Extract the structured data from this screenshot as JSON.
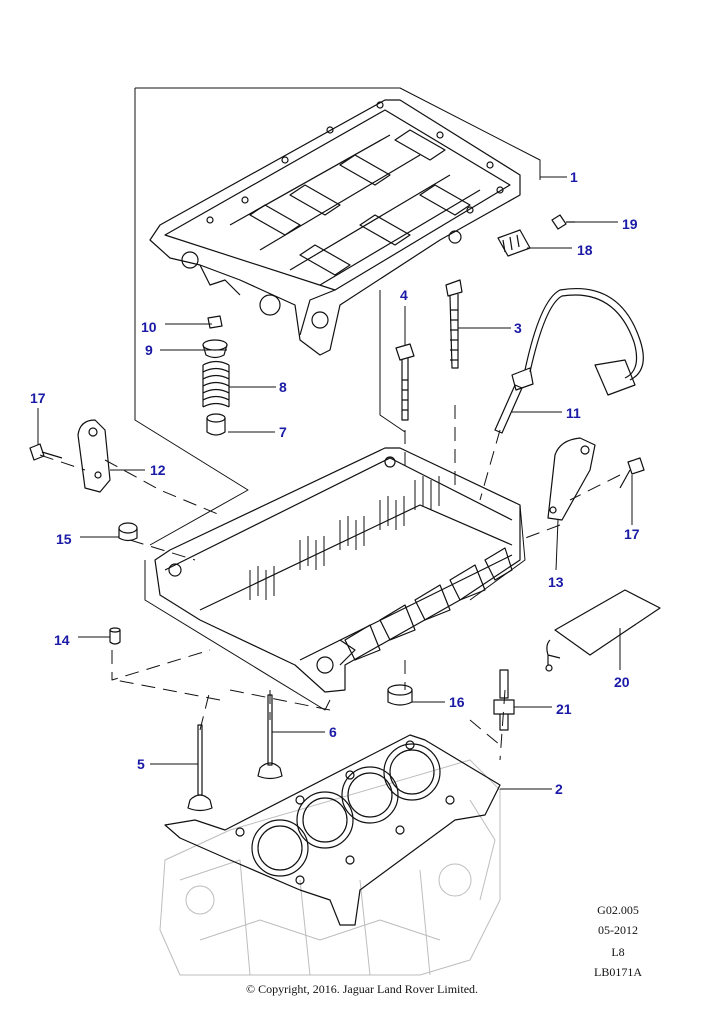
{
  "callouts": {
    "c1": "1",
    "c2": "2",
    "c3": "3",
    "c4": "4",
    "c5": "5",
    "c6": "6",
    "c7": "7",
    "c8": "8",
    "c9": "9",
    "c10": "10",
    "c11": "11",
    "c12": "12",
    "c13": "13",
    "c14": "14",
    "c15": "15",
    "c16": "16",
    "c17a": "17",
    "c17b": "17",
    "c18": "18",
    "c19": "19",
    "c20": "20",
    "c21": "21"
  },
  "title_block": {
    "drawing_code": "G02.005",
    "date": "05-2012",
    "vehicle": "L8",
    "illustration_id": "LB0171A"
  },
  "footer": {
    "copyright": "© Copyright, 2016. Jaguar Land Rover Limited."
  },
  "colors": {
    "callout": "#1a1aa6",
    "linework": "#111111",
    "ghost": "#bdbdbd"
  }
}
